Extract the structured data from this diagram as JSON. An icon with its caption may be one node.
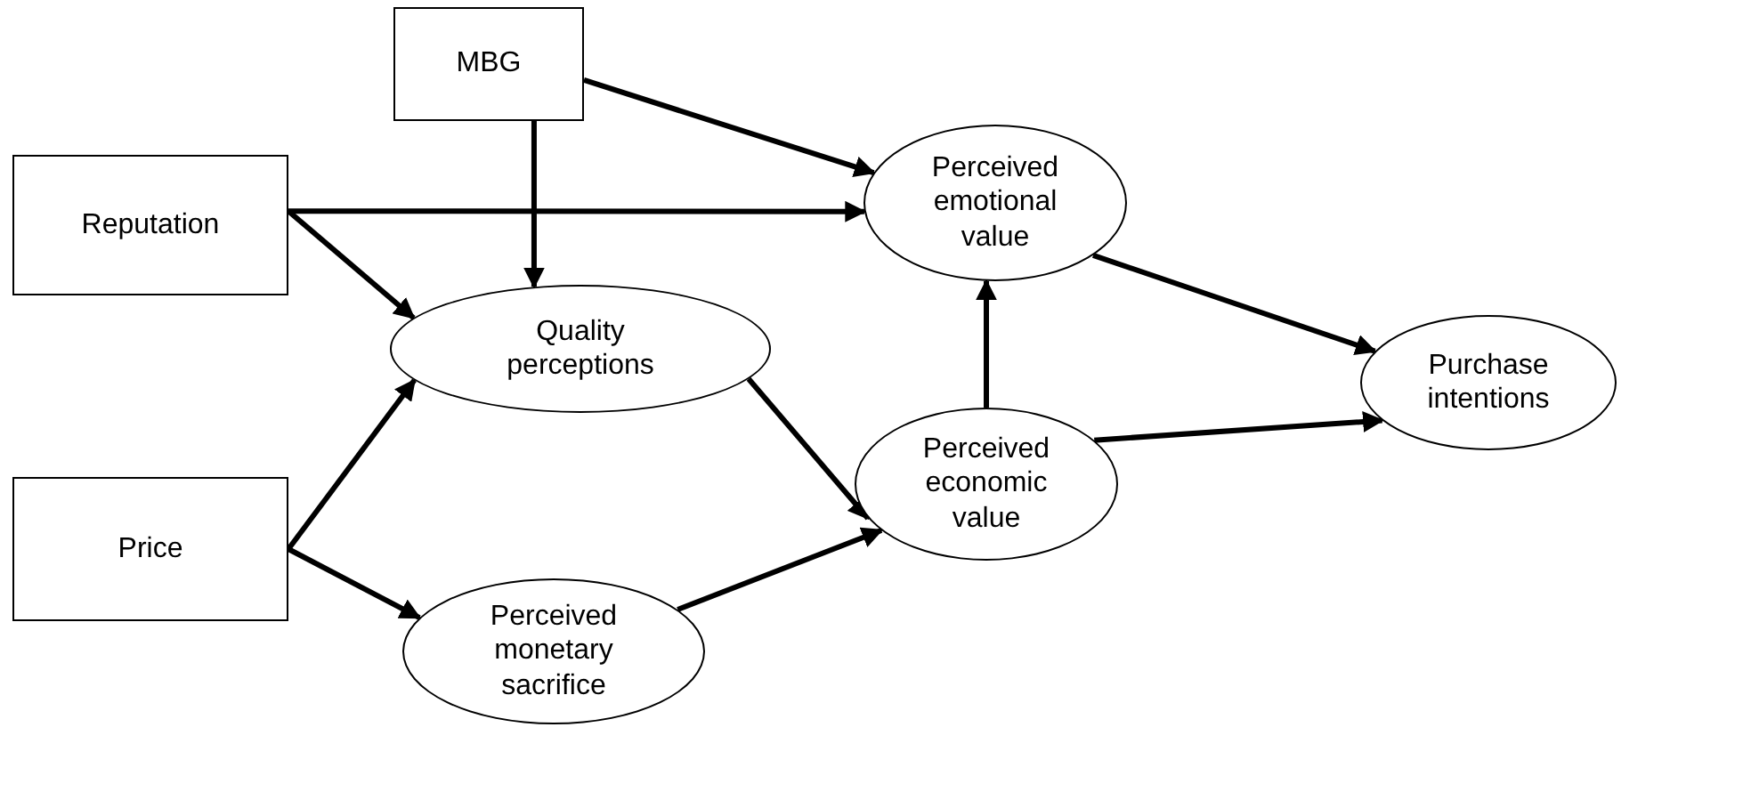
{
  "diagram": {
    "nodes": [
      {
        "text": [
          "MBG"
        ]
      },
      {
        "text": [
          "Reputation"
        ]
      },
      {
        "text": [
          "Price"
        ]
      },
      {
        "text": [
          "Perceived emotional value"
        ]
      },
      {
        "text": [
          "Quality perceptions"
        ]
      },
      {
        "text": [
          "Purchase intentions"
        ]
      },
      {
        "text": [
          "Perceived economic value"
        ]
      },
      {
        "text": [
          "Perceived monetary sacrifice"
        ]
      }
    ],
    "edges": [
      {
        "from": 0,
        "to": 3,
        "arrow": "to"
      },
      {
        "from": 0,
        "to": 4,
        "arrow": "to"
      },
      {
        "from": 1,
        "to": 3,
        "arrow": "to"
      },
      {
        "from": 1,
        "to": 4,
        "arrow": "to"
      },
      {
        "from": 2,
        "to": 4,
        "arrow": "to"
      },
      {
        "from": 2,
        "to": 7,
        "arrow": "to"
      },
      {
        "from": 4,
        "to": 6,
        "arrow": "to"
      },
      {
        "from": 7,
        "to": 6,
        "arrow": "to"
      },
      {
        "from": 6,
        "to": 3,
        "arrow": "to"
      },
      {
        "from": 3,
        "to": 5,
        "arrow": "to"
      },
      {
        "from": 6,
        "to": 5,
        "arrow": "to"
      }
    ]
  }
}
